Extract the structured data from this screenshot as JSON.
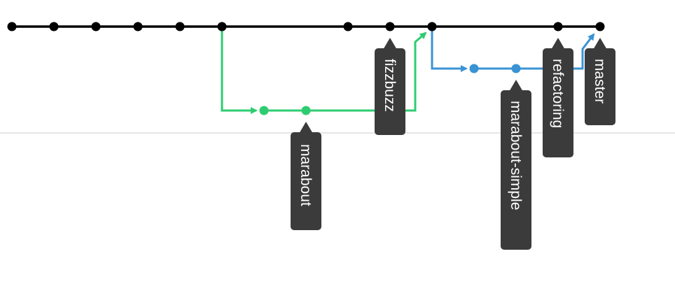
{
  "colors": {
    "master_branch": "#000000",
    "green_branch": "#2ecc71",
    "blue_branch": "#3a93d4",
    "tag_background": "#3b3b3b",
    "tag_text": "#ffffff",
    "divider": "#dddddd"
  },
  "tags": {
    "marabout": "marabout",
    "fizzbuzz": "fizzbuzz",
    "marabout_simple": "marabout-simple",
    "refactoring": "refactoring",
    "master": "master"
  }
}
